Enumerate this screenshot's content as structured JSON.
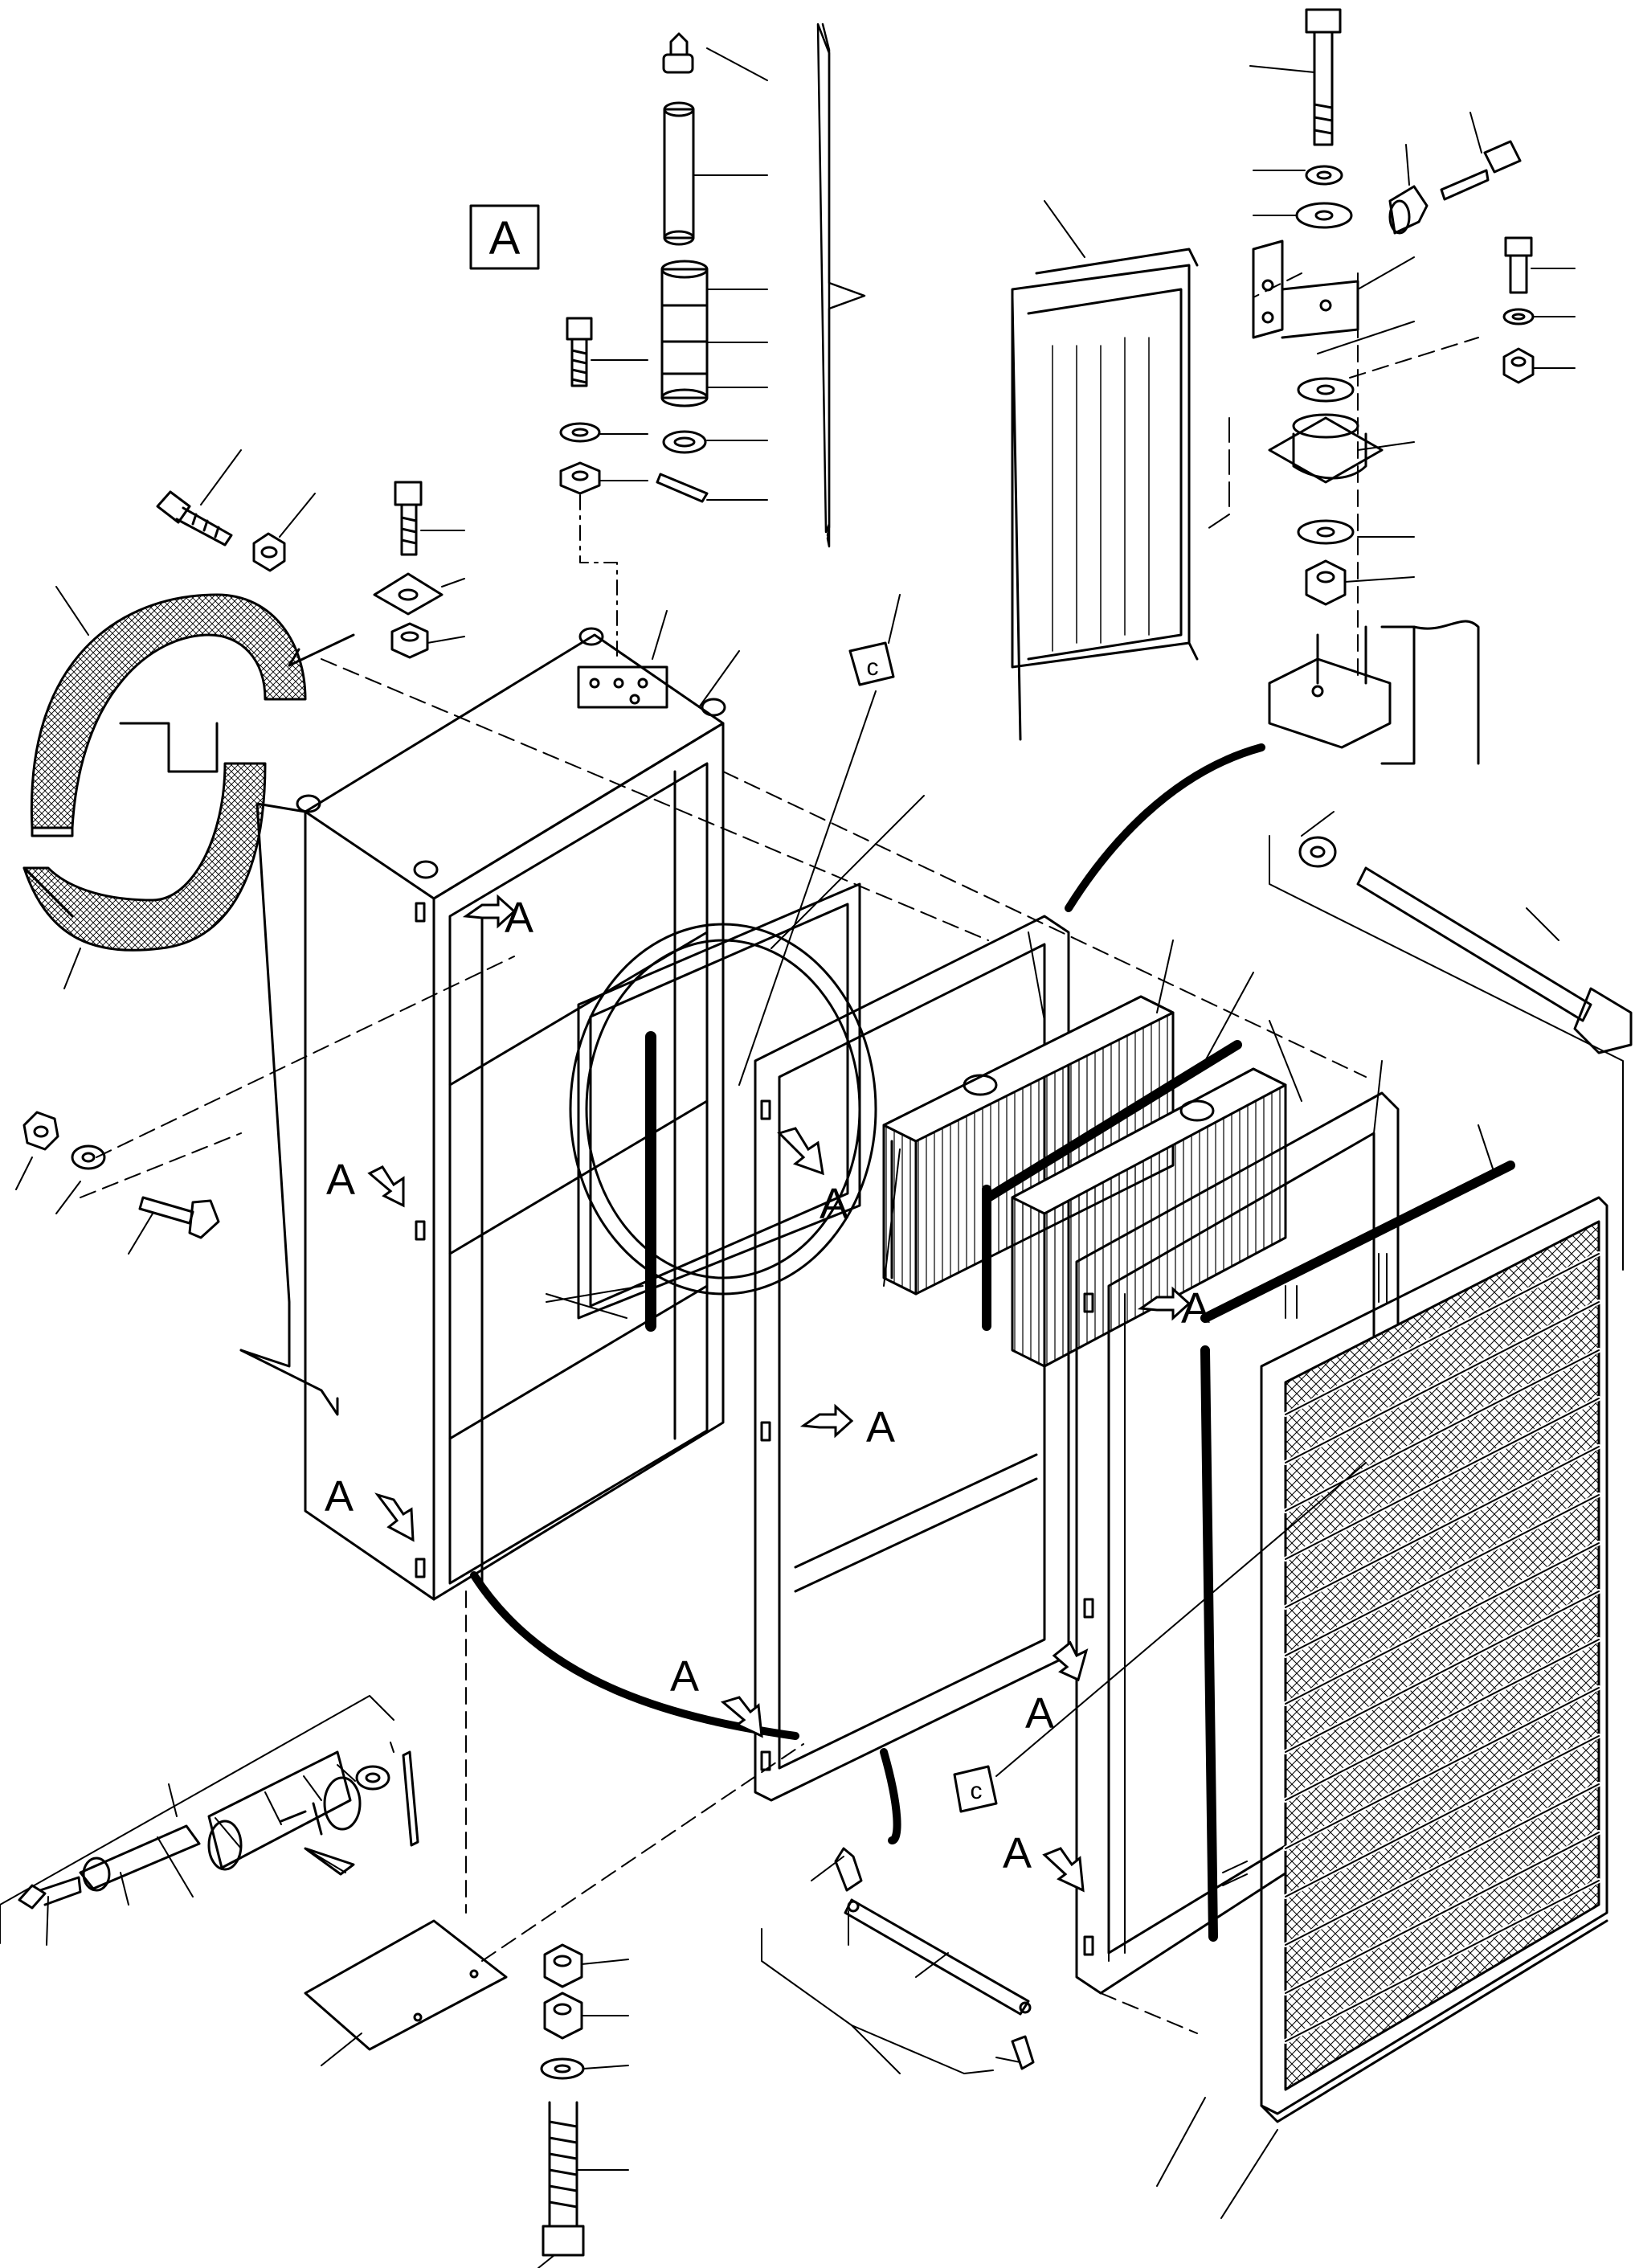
{
  "diagram": {
    "detail_tag": "A",
    "ref_letter": "A",
    "clip_letter": "c"
  }
}
